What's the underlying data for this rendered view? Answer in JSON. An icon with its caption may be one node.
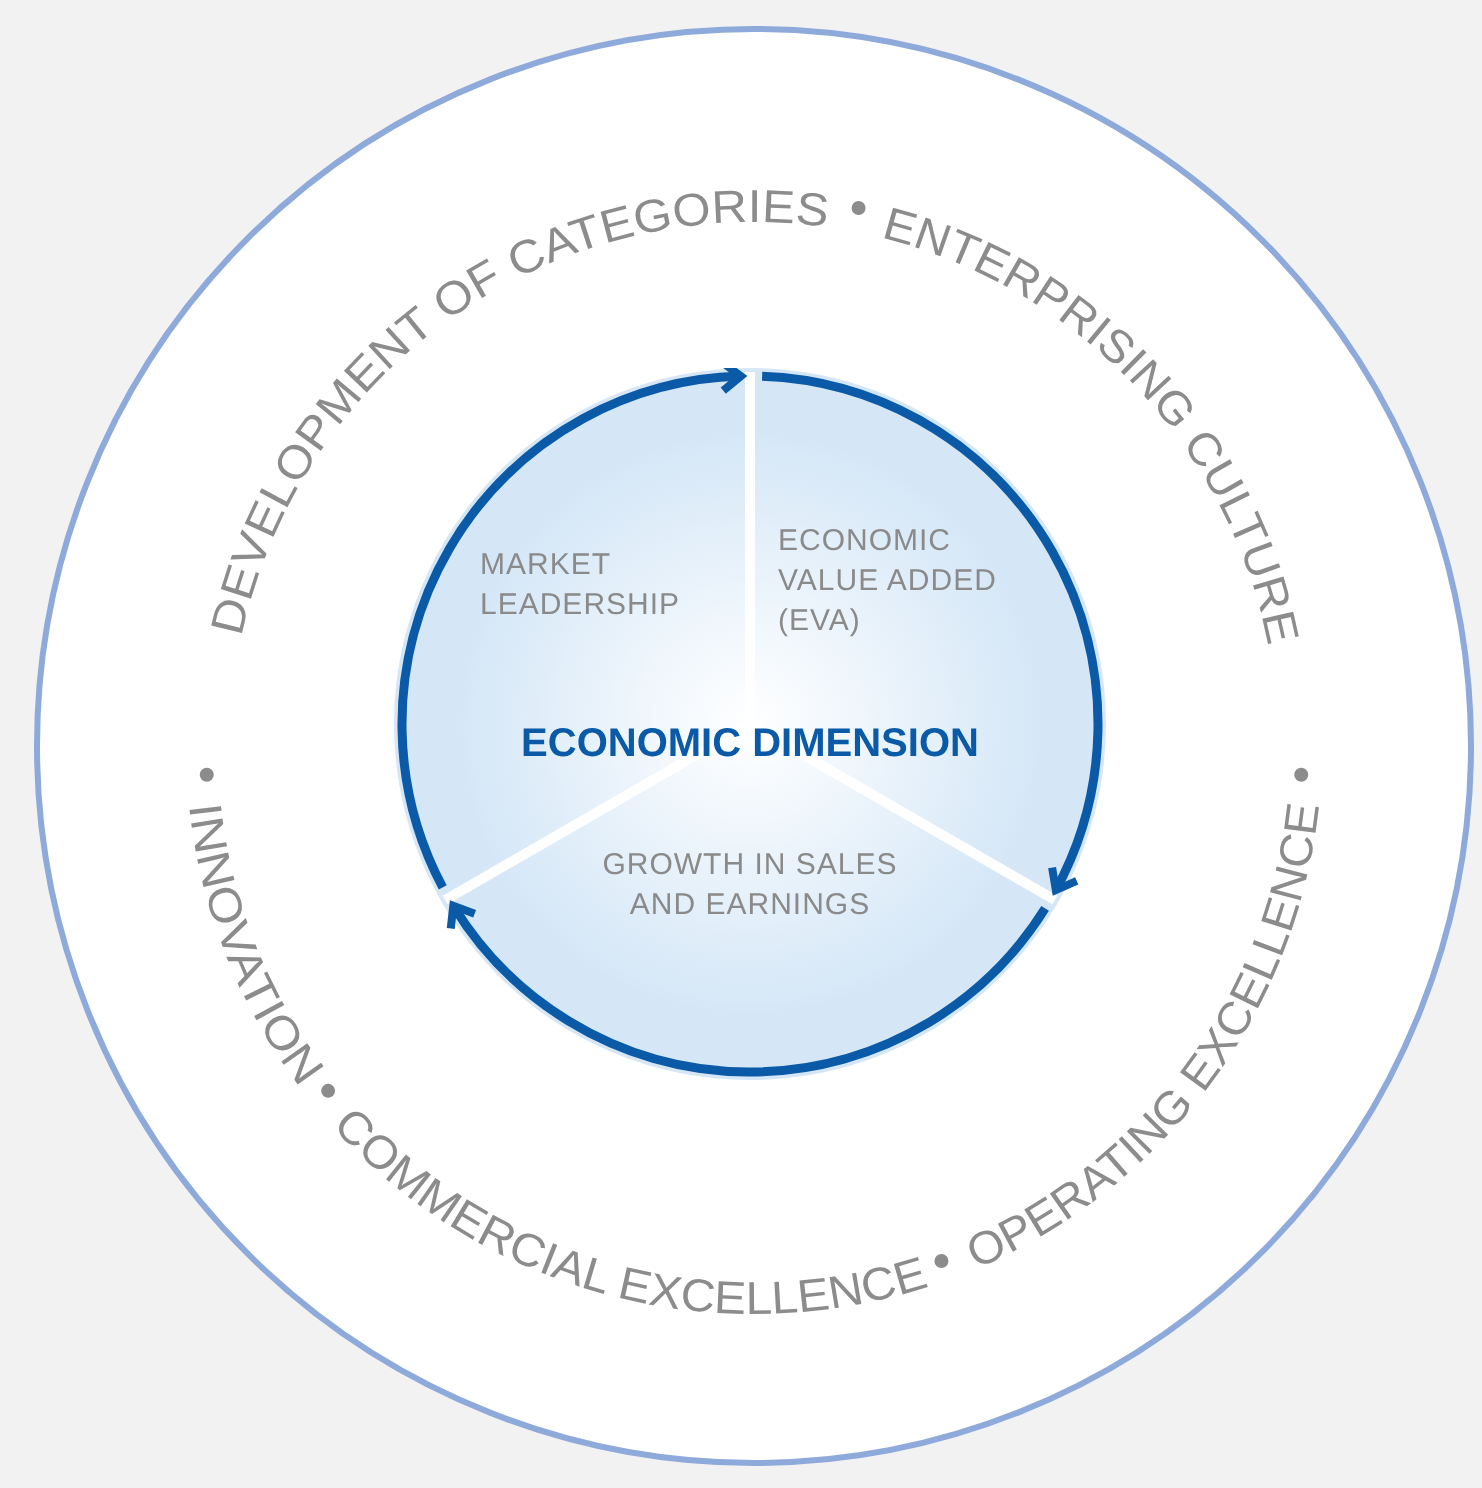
{
  "diagram": {
    "nodes": [
      {
        "text": [
          "ECONOMIC DIMENSION"
        ]
      },
      {
        "text": [
          "MARKET LEADERSHIP"
        ],
        "in": 0
      },
      {
        "text": [
          "ECONOMIC VALUE ADDED (EVA)"
        ],
        "in": 0
      },
      {
        "text": [
          "GROWTH IN SALES AND EARNINGS"
        ],
        "in": 0
      }
    ],
    "labels": [
      "DEVELOPMENT OF CATEGORIES",
      "ENTERPRISING CULTURE",
      "INNOVATION",
      "COMMERCIAL EXCELLENCE",
      "OPERATING EXCELLENCE"
    ]
  }
}
